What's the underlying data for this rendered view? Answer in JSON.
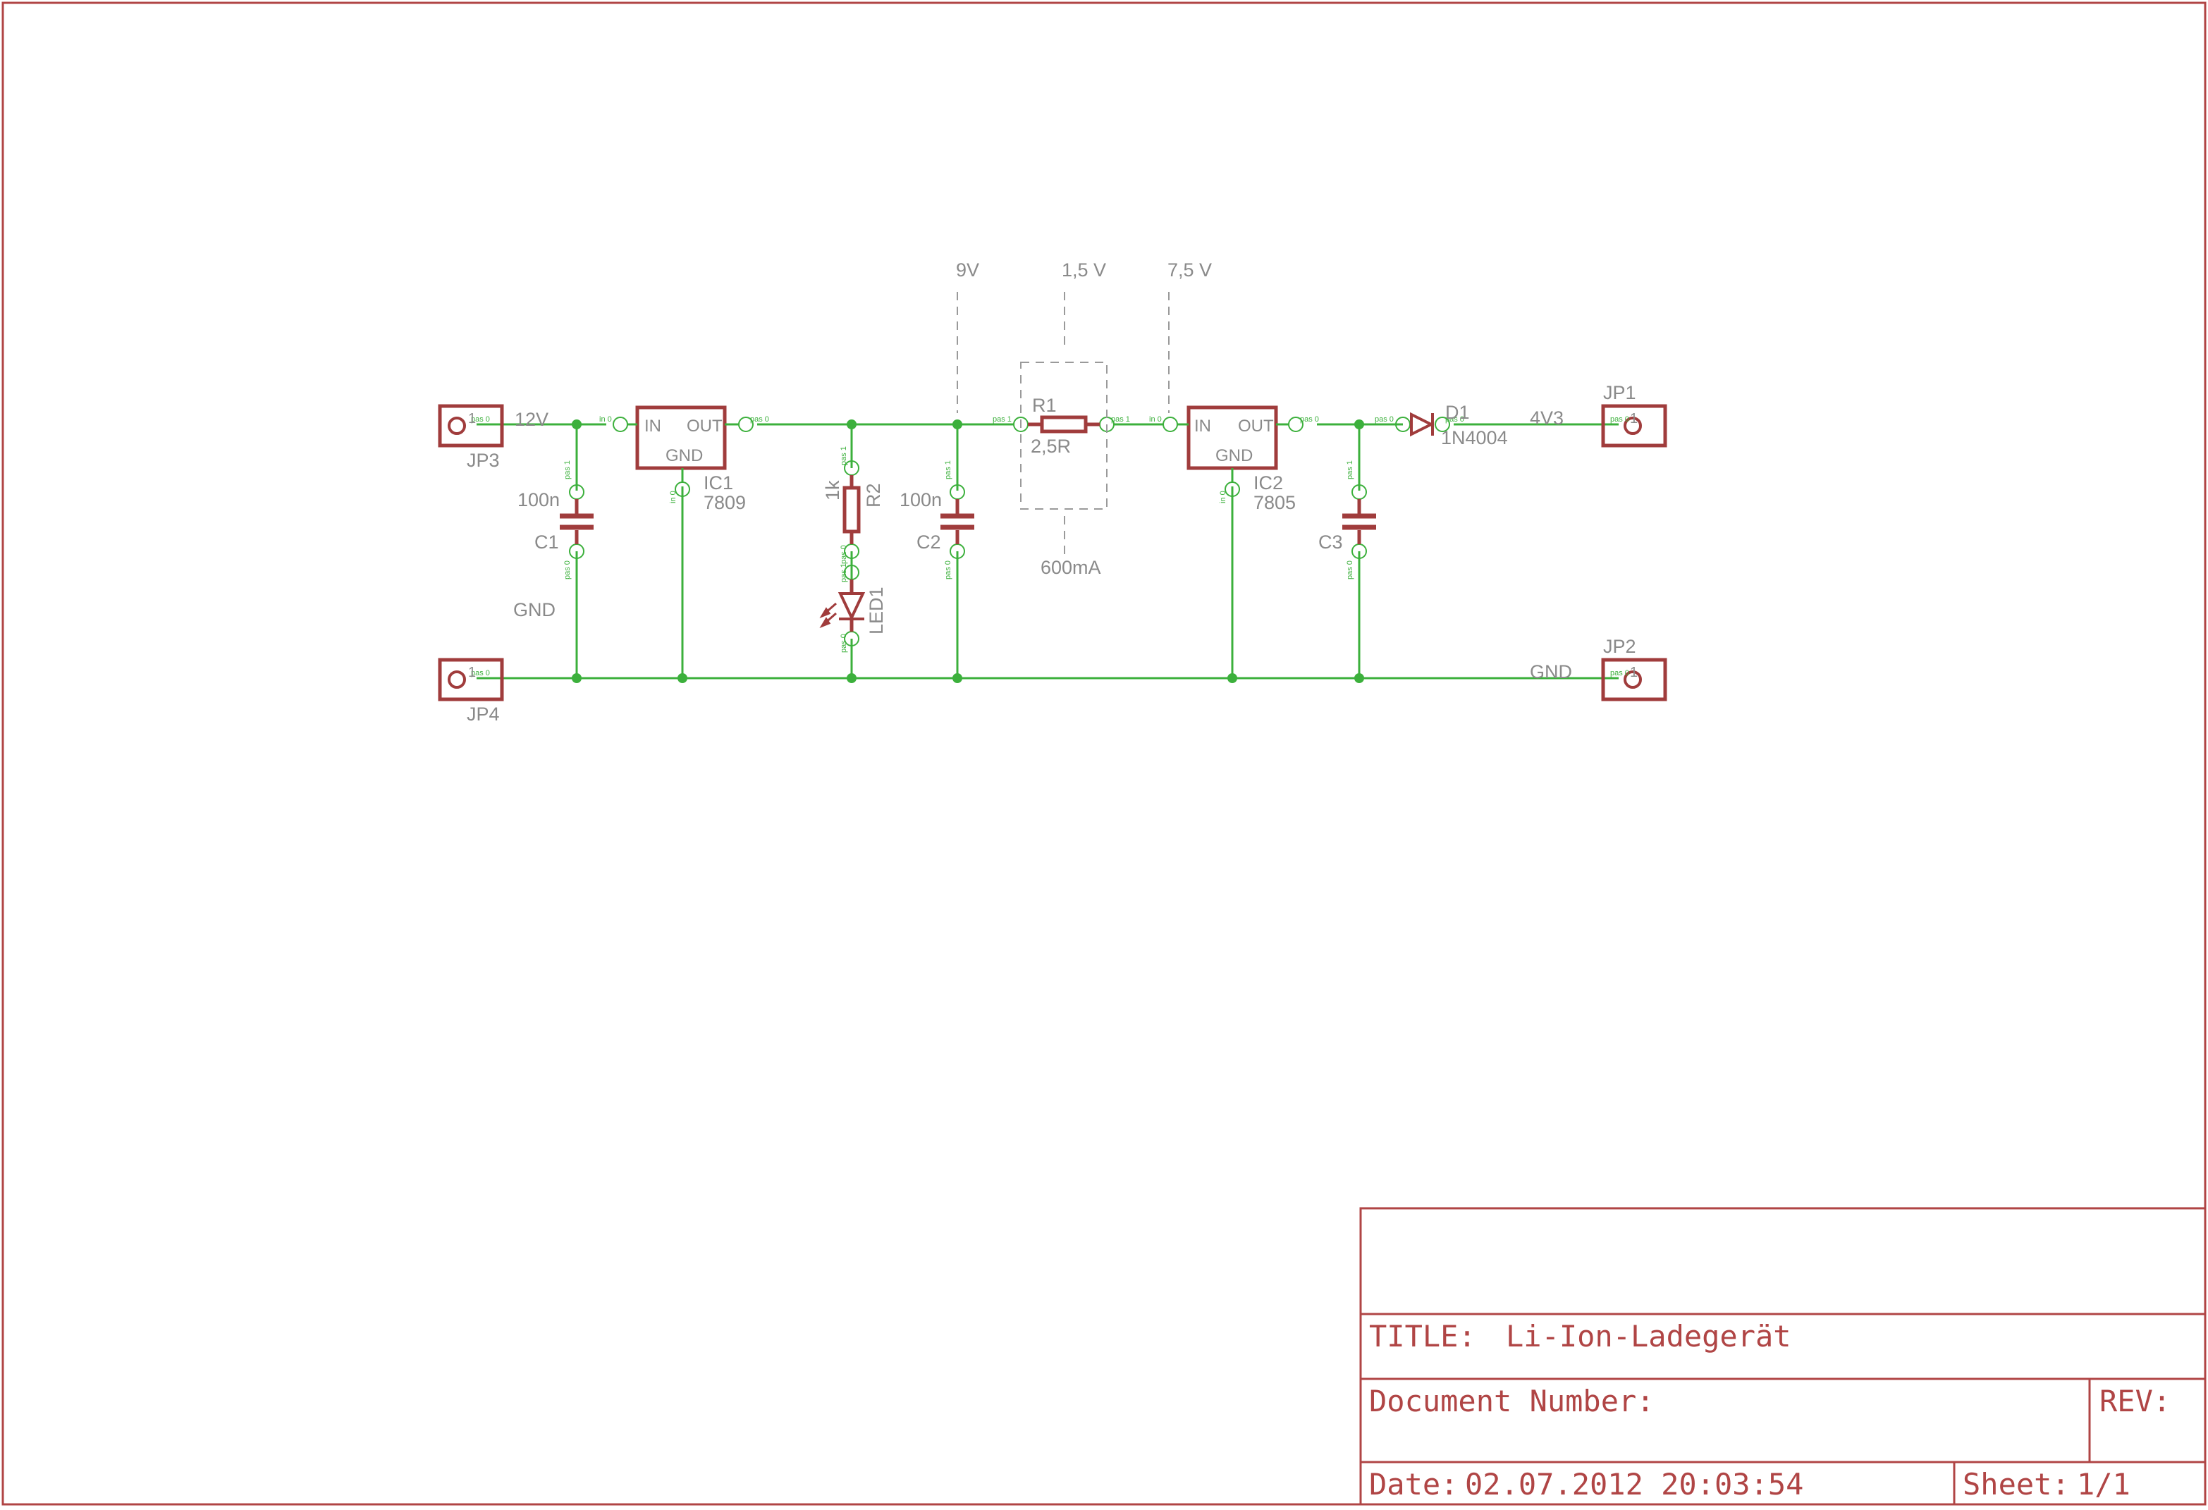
{
  "schematic": {
    "nets": {
      "in_12v": "12V",
      "gnd_left": "GND",
      "out_4v3": "4V3",
      "gnd_right": "GND"
    },
    "connectors": [
      {
        "ref": "JP3",
        "pin": "1"
      },
      {
        "ref": "JP4",
        "pin": "1"
      },
      {
        "ref": "JP1",
        "pin": "1"
      },
      {
        "ref": "JP2",
        "pin": "1"
      }
    ],
    "capacitors": [
      {
        "ref": "C1",
        "value": "100n"
      },
      {
        "ref": "C2",
        "value": "100n"
      },
      {
        "ref": "C3",
        "value": ""
      }
    ],
    "regulators": [
      {
        "ref": "IC1",
        "value": "7809",
        "in": "IN",
        "out": "OUT",
        "gnd": "GND"
      },
      {
        "ref": "IC2",
        "value": "7805",
        "in": "IN",
        "out": "OUT",
        "gnd": "GND"
      }
    ],
    "resistors": [
      {
        "ref": "R1",
        "value": "2,5R"
      },
      {
        "ref": "R2",
        "value": "1k"
      }
    ],
    "led": {
      "ref": "LED1"
    },
    "diode": {
      "ref": "D1",
      "value": "1N4004"
    },
    "notes": {
      "v1": "9V",
      "v2": "1,5 V",
      "v3": "7,5 V",
      "current": "600mA"
    },
    "pin_names": {
      "pas0": "pas 0",
      "pas1": "pas 1",
      "in0": "in 0"
    }
  },
  "title_block": {
    "title_label": "TITLE:",
    "title_value": "Li-Ion-Ladegerät",
    "doc_number_label": "Document Number:",
    "rev_label": "REV:",
    "date_label": "Date:",
    "date_value": "02.07.2012 20:03:54",
    "sheet_label": "Sheet:",
    "sheet_value": "1/1"
  },
  "colors": {
    "symbol": "#a03c3c",
    "wire": "#3cb03c",
    "label": "#8a8a8a",
    "frame": "#b04545"
  }
}
